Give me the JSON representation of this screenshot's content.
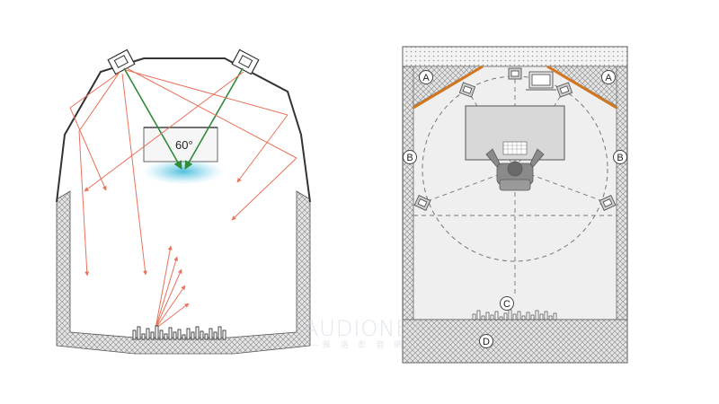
{
  "left_diagram": {
    "angle_label": "60°"
  },
  "right_diagram": {
    "labels": {
      "a": "A",
      "b": "B",
      "c": "C",
      "d": "D"
    }
  },
  "watermark": {
    "title": "AUDIONET",
    "subtitle": "—雅 洛 影 音 網—"
  },
  "colors": {
    "reflection_ray": "#e8735a",
    "direct_ray": "#2e8b3a",
    "sweet_spot": "#5bc0de",
    "bass_trap": "#d4761e",
    "wall_outline": "#333333"
  }
}
